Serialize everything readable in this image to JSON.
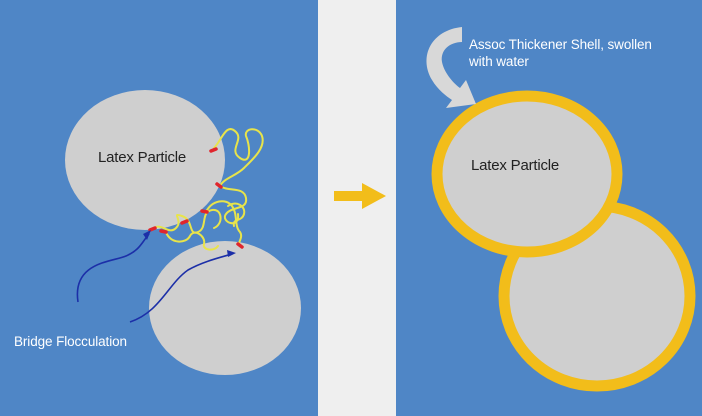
{
  "left_panel": {
    "particle_label": "Latex Particle",
    "caption": "Bridge Flocculation"
  },
  "right_panel": {
    "shell_caption_line1": "Assoc Thickener Shell, swollen",
    "shell_caption_line2": "with water",
    "particle_label": "Latex Particle"
  },
  "colors": {
    "background": "#4f86c6",
    "particle": "#cfcfcf",
    "shell": "#f2bd1a",
    "polymer_chain": "#e8e44a",
    "anchor": "#e0252c",
    "arrow": "#f2bd1a",
    "blue_arrow": "#1c2fa8"
  }
}
